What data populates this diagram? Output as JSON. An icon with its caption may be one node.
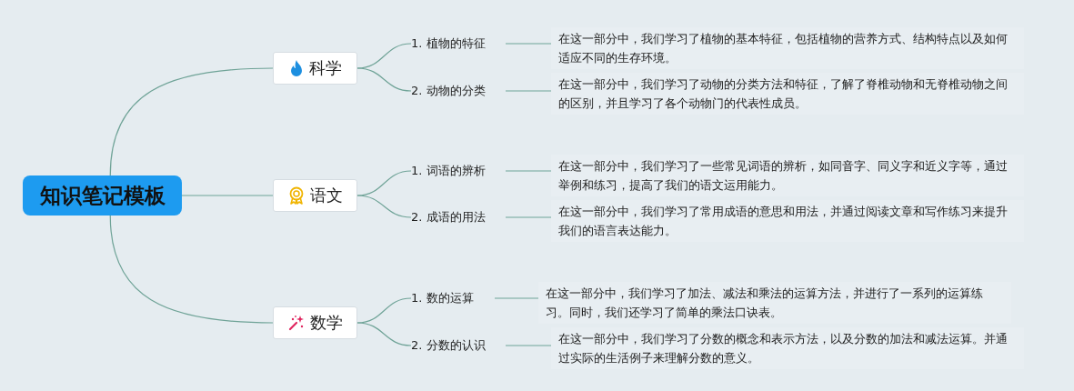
{
  "diagram": {
    "nodes": [
      {
        "text": [
          "知识笔记模板"
        ]
      },
      {
        "text": [
          "科学"
        ]
      },
      {
        "text": [
          "1. 植物的特征"
        ]
      },
      {
        "text": [
          "在这一部分中，我们学习了植物的基本特征，包括植物的营养方式、结构特点以及如何适应不同的生存环境。"
        ]
      },
      {
        "text": [
          "2. 动物的分类"
        ]
      },
      {
        "text": [
          "在这一部分中，我们学习了动物的分类方法和特征，了解了脊椎动物和无脊椎动物之间的区别，并且学习了各个动物门的代表性成员。"
        ]
      },
      {
        "text": [
          "语文"
        ]
      },
      {
        "text": [
          "1. 词语的辨析"
        ]
      },
      {
        "text": [
          "在这一部分中，我们学习了一些常见词语的辨析，如同音字、同义字和近义字等，通过举例和练习，提高了我们的语文运用能力。"
        ]
      },
      {
        "text": [
          "2. 成语的用法"
        ]
      },
      {
        "text": [
          "在这一部分中，我们学习了常用成语的意思和用法，并通过阅读文章和写作练习来提升我们的语言表达能力。"
        ]
      },
      {
        "text": [
          "数学"
        ]
      },
      {
        "text": [
          "1. 数的运算"
        ]
      },
      {
        "text": [
          "在这一部分中，我们学习了加法、减法和乘法的运算方法，并进行了一系列的运算练习。同时，我们还学习了简单的乘法口诀表。"
        ]
      },
      {
        "text": [
          "2. 分数的认识"
        ]
      },
      {
        "text": [
          "在这一部分中，我们学习了分数的概念和表示方法，以及分数的加法和减法运算。并通过实际的生活例子来理解分数的意义。"
        ]
      }
    ],
    "edges": [
      {
        "from": 0,
        "to": 1,
        "arrow": "none"
      },
      {
        "from": 1,
        "to": 2,
        "arrow": "none"
      },
      {
        "from": 2,
        "to": 3,
        "arrow": "none"
      },
      {
        "from": 1,
        "to": 4,
        "arrow": "none"
      },
      {
        "from": 4,
        "to": 5,
        "arrow": "none"
      },
      {
        "from": 0,
        "to": 6,
        "arrow": "none"
      },
      {
        "from": 6,
        "to": 7,
        "arrow": "none"
      },
      {
        "from": 7,
        "to": 8,
        "arrow": "none"
      },
      {
        "from": 6,
        "to": 9,
        "arrow": "none"
      },
      {
        "from": 9,
        "to": 10,
        "arrow": "none"
      },
      {
        "from": 0,
        "to": 11,
        "arrow": "none"
      },
      {
        "from": 11,
        "to": 12,
        "arrow": "none"
      },
      {
        "from": 12,
        "to": 13,
        "arrow": "none"
      },
      {
        "from": 11,
        "to": 14,
        "arrow": "none"
      },
      {
        "from": 14,
        "to": 15,
        "arrow": "none"
      }
    ]
  }
}
